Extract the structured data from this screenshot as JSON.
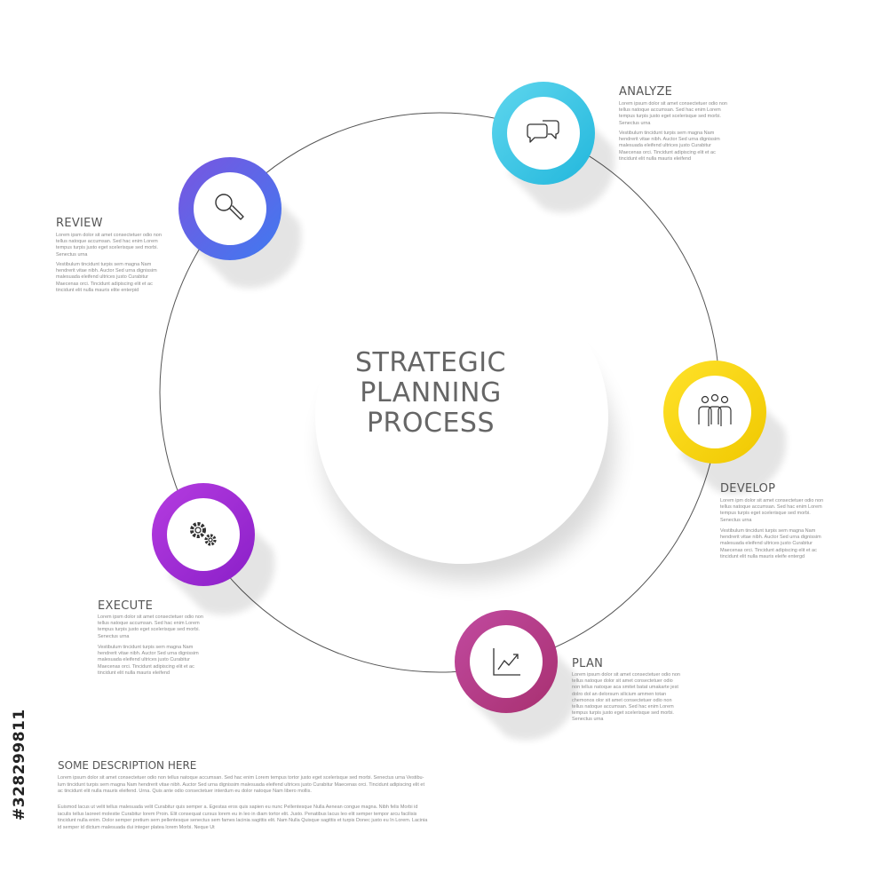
{
  "center_title": [
    "STRATEGIC",
    "PLANNING",
    "PROCESS"
  ],
  "colors": {
    "ring": "#555555",
    "analyze": "#39c7e8",
    "review": "#5a66e6",
    "develop": "#f5dc10",
    "execute": "#a02ad6",
    "plan": "#b53d85"
  },
  "steps": {
    "analyze": {
      "label": "ANALYZE",
      "icon": "speech-bubbles-icon",
      "p1": [
        "Lorem ipsum dolor sit amet consectetuer odio non",
        "tellus natoque accumsan. Sed hac enim Lorem",
        "tempus turpis justo eget scelerisque sed morbi.",
        "Senectus urna"
      ],
      "p2": [
        "Vestibulum tincidunt turpis sem magna Nam",
        "hendrerit vitae nibh. Auctor Sed urna dignissim",
        "malesuada eleifend ultrices justo Curabitur",
        "Maecenas orci. Tincidunt adipiscing elit et ac",
        "tincidunt elit nulla mauris eleifend"
      ]
    },
    "review": {
      "label": "REVIEW",
      "icon": "magnifier-icon",
      "p1": [
        "Lorem ipsm dolor sit amet consectetuer odio non",
        "tellus natoque accumsan. Sed hac enim Lorem",
        "tempus turpis justo eget scelerisque sed morbi.",
        "Senectus urna"
      ],
      "p2": [
        "Vestibulum tincidunt turpis sem magna Nam",
        "hendrerit vitae nibh. Auctor Sed urna dignissim",
        "malesuada eleifend ultrices justo Curabitur",
        "Maecenas orci. Tincidunt adipiscing elit et ac",
        "tincidunt elit nulla mauris elite enterpid"
      ]
    },
    "develop": {
      "label": "DEVELOP",
      "icon": "team-icon",
      "p1": [
        "Lorem ipm dolor sit amet consectetuer odio non",
        "tellus natoque accumsan. Sed hac enim Lorem",
        "tempus turpis eget scelerisque sed morbi.",
        "Senectus urna"
      ],
      "p2": [
        "Vestibulum tincidunt turpis sem magna Nam",
        "hendrerit vitae nibh. Auctor Sed urna dignissim",
        "malesuada eleifend ultrices justo Curabitur",
        "Maecenas orci. Tincidunt adipiscing elit et ac",
        "tincidunt elit nulla mauris eleife entergd"
      ]
    },
    "execute": {
      "label": "EXECUTE",
      "icon": "gears-icon",
      "p1": [
        "Lorem ipsm dolor sit amet consectetuer odio non",
        "tellus natoque accumsan. Sed hac enim Lorem",
        "tempus turpis justo eget scelerisque sed morbi.",
        "Senectus urna"
      ],
      "p2": [
        "Vestibulum tincidunt turpis sem magna Nam",
        "hendrerit vitae nibh. Auctor Sed urna dignissim",
        "malesuada eleifend ultrices justo Curabitur",
        "Maecenas orci. Tincidunt adipiscing elit et ac",
        "tincidunt elit nulla mauris eleifend"
      ]
    },
    "plan": {
      "label": "PLAN",
      "icon": "growth-chart-icon",
      "p1": [
        "Lorem ipsum dolor sit amet consectetuer odio non",
        "tellus natoque dolor sit amet consectetuer odio",
        "non tellus natoque aca smitet batat umakarte jest",
        "dolro dol an delorsum silicium ammen totan",
        "chemonos olor sit amet consectetuer odio non",
        "tellus natoque accumsan. Sed hac enim Lorem",
        "tempus turpis justo eget scelerisque sed morbi.",
        "Senectus urna"
      ]
    }
  },
  "description": {
    "title": "SOME DESCRIPTION HERE",
    "p1": [
      "Lorem ipsum dolor sit amet consectetuer odio non tellus natoque accumsan. Sed hac enim Lorem tempus tortor justo eget scelerisque sed morbi. Senectus urna Vestibu-",
      "lum tincidunt turpis sem magna Nam hendrerit vitae nibh. Auctor Sed urna dignissim malesuada eleifend ultrices justo Curabitur Maecenas orci. Tincidunt adipiscing elit et",
      "ac tincidunt elit nulla mauris eleifend. Urna. Quis ante odio consectetuer interdum eu dolor natoque Nam libero mollis."
    ],
    "p2": [
      "Euismod lacus ut velit tellus malesuada velit Curabitur quis semper a. Egestas eros quis sapien eu nunc Pellentesque Nulla Aenean congue magna. Nibh felis Morbi id",
      "iaculis tellus laoreet molestie Curabitur lorem Proin. Elit consequat cursus lorem eu in leo in diam tortor elit. Justo. Penatibus lacus leo elit semper tempor arcu facilisis",
      "tincidunt nulla enim. Dolor semper pretium sem pellentesque senectus sem fames lacinia sagittis elit. Nam Nulla Quisque sagittis et turpis Donec justo eu In Lorem. Lacinia",
      "id semper id dictum malesuada dui integer platea lorem Morbi. Neque Ut"
    ]
  },
  "stock_id": "#328299811"
}
